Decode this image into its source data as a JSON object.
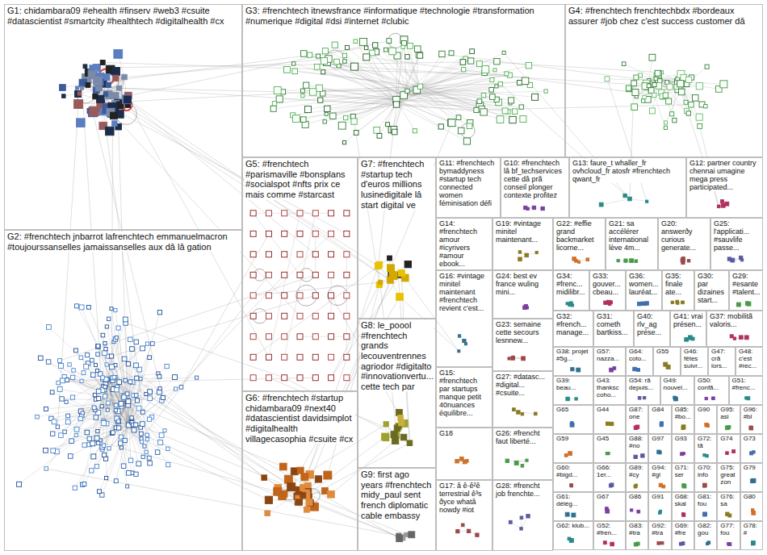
{
  "diagram": {
    "nodes": [
      {
        "text": [
          "G1: chidambara09 #ehealth #finserv #web3 #csuite #datascientist #smartcity #healthtech #digitalhealth #cx"
        ]
      },
      {
        "text": [
          "G3: #frenchtech itnewsfrance #informatique #technologie #transformation #numerique #digital #dsi #internet #clubic"
        ]
      },
      {
        "text": [
          "G4: #frenchtech frenchtechbdx #bordeaux assurer #job chez c'est success customer dâ"
        ]
      },
      {
        "text": [
          "G2: #frenchtech jnbarrot lafrenchtech emmanuelmacron #toujourssanselles jamaissanselles aux dâ lâ gation"
        ]
      },
      {
        "text": [
          "G5: #frenchtech #parismaville #bonsplans #socialspot #nfts prix ce mais comme #starcast"
        ]
      },
      {
        "text": [
          "G6: #frenchtech #startup chidambara09 #next40 #datascientist davidsimplot #digitalhealth villagecasophia #csuite #cx"
        ]
      },
      {
        "text": [
          "G7: #frenchtech #startup tech d'euros millions lusinedigitale lâ start digital ve"
        ]
      },
      {
        "text": [
          "G8: le_poool #frenchtech grands lecouventrennes agriodor #digitalto #innovationvertu... cette tech par"
        ]
      },
      {
        "text": [
          "G9: first ago years #frenchtech midy_paul sent french diplomatic cable embassy"
        ]
      },
      {
        "text": [
          "G11: #frenchtech bymaddyness #startup tech connected women féminisation défi"
        ]
      },
      {
        "text": [
          "G10: #frenchtech lâ bf_techservices cette dâ prã conseil plonger contexte profitez"
        ]
      },
      {
        "text": [
          "G13: faure_t whaller_fr ovhcloud_fr atosfr #frenchtech qwant_fr"
        ]
      },
      {
        "text": [
          "G12: partner country chennai umagine mega press participated..."
        ]
      },
      {
        "text": [
          "G14: #frenchtech amour #icyrivers #amour ebook..."
        ]
      },
      {
        "text": [
          "G19: #vintage minitel maintenant..."
        ]
      },
      {
        "text": [
          "G22: #effie grand backmarket licorne..."
        ]
      },
      {
        "text": [
          "G21: sa accélérer international lève 4m..."
        ]
      },
      {
        "text": [
          "G20: answerðy curious generate..."
        ]
      },
      {
        "text": [
          "G25: l'applicati... #sauvlife passe..."
        ]
      },
      {
        "text": [
          "G16: #vintage minitel maintenant #frenchtech revient c'est..."
        ]
      },
      {
        "text": [
          "G24: best ev france wuling mini..."
        ]
      },
      {
        "text": [
          "G34: #frenc... midilibr..."
        ]
      },
      {
        "text": [
          "G33: gouver... cbeau..."
        ]
      },
      {
        "text": [
          "G36: women... lauréat..."
        ]
      },
      {
        "text": [
          "G35: finale ate..."
        ]
      },
      {
        "text": [
          "G30: par dizaines start..."
        ]
      },
      {
        "text": [
          "G29: #esante #talent..."
        ]
      },
      {
        "text": [
          "G23: semaine cette secours lesnnew..."
        ]
      },
      {
        "text": [
          "G32: #french... manage..."
        ]
      },
      {
        "text": [
          "G31: cometh bartkiss..."
        ]
      },
      {
        "text": [
          "G40: rlv_ag prése..."
        ]
      },
      {
        "text": [
          "G41: vrai présen..."
        ]
      },
      {
        "text": [
          "G37: mobilitã valoris..."
        ]
      },
      {
        "text": [
          "G15: #frenchtech par startups manque petit 40nuances équilibre..."
        ]
      },
      {
        "text": [
          "G27: #datasc... #digital... #csuite..."
        ]
      },
      {
        "text": [
          "G18"
        ]
      },
      {
        "text": [
          "G26: #frencht faut liberté..."
        ]
      },
      {
        "text": [
          "G17: â ê·ê²ê terrestrial ê³s ðyce whatâ nowdy #iot"
        ]
      },
      {
        "text": [
          "G28: #frencht job frenchte..."
        ]
      },
      {
        "text": [
          "G38: projet #5g..."
        ]
      },
      {
        "text": [
          "G57: nazza..."
        ]
      },
      {
        "text": [
          "G39: beau..."
        ]
      },
      {
        "text": [
          "G43: thanksc coho..."
        ]
      },
      {
        "text": [
          "G65"
        ]
      },
      {
        "text": [
          "G44"
        ]
      },
      {
        "text": [
          "G59"
        ]
      },
      {
        "text": [
          "G45"
        ]
      },
      {
        "text": [
          "G60: #bigd..."
        ]
      },
      {
        "text": [
          "G66: 1er..."
        ]
      },
      {
        "text": [
          "G61: délég..."
        ]
      },
      {
        "text": [
          "G67"
        ]
      },
      {
        "text": [
          "G62: klub..."
        ]
      },
      {
        "text": [
          "G52: #fren..."
        ]
      },
      {
        "text": [
          "G64: coto..."
        ]
      },
      {
        "text": [
          "G55"
        ]
      },
      {
        "text": [
          "G46: fêtes suivr..."
        ]
      },
      {
        "text": [
          "G47: crã lors..."
        ]
      },
      {
        "text": [
          "G48: c'est #rec..."
        ]
      },
      {
        "text": [
          "G54: rã depuis..."
        ]
      },
      {
        "text": [
          "G49: nouvel..."
        ]
      },
      {
        "text": [
          "G50: confã..."
        ]
      },
      {
        "text": [
          "G51: #frenc..."
        ]
      },
      {
        "text": [
          "G87: one"
        ]
      },
      {
        "text": [
          "G84"
        ]
      },
      {
        "text": [
          "G85: #bo..."
        ]
      },
      {
        "text": [
          "G90"
        ]
      },
      {
        "text": [
          "G95: asi"
        ]
      },
      {
        "text": [
          "G96: #bl"
        ]
      },
      {
        "text": [
          "G88: #no"
        ]
      },
      {
        "text": [
          "G97"
        ]
      },
      {
        "text": [
          "G93"
        ]
      },
      {
        "text": [
          "G72: tã"
        ]
      },
      {
        "text": [
          "G74"
        ]
      },
      {
        "text": [
          "G73"
        ]
      },
      {
        "text": [
          "G89: #cy"
        ]
      },
      {
        "text": [
          "G94: #gi"
        ]
      },
      {
        "text": [
          "G71: ser"
        ]
      },
      {
        "text": [
          "G70: info"
        ]
      },
      {
        "text": [
          "G75: great zon"
        ]
      },
      {
        "text": [
          "G79"
        ]
      },
      {
        "text": [
          "G86"
        ]
      },
      {
        "text": [
          "G91"
        ]
      },
      {
        "text": [
          "G68: skal"
        ]
      },
      {
        "text": [
          "G81: fou"
        ]
      },
      {
        "text": [
          "G76: sa"
        ]
      },
      {
        "text": [
          "G80"
        ]
      },
      {
        "text": [
          "G83: #tra"
        ]
      },
      {
        "text": [
          "G92: #tra"
        ]
      },
      {
        "text": [
          "G69: #fre"
        ]
      },
      {
        "text": [
          "G82: gou"
        ]
      },
      {
        "text": [
          "G77: fou"
        ]
      },
      {
        "text": [
          "G78: #"
        ]
      }
    ]
  }
}
